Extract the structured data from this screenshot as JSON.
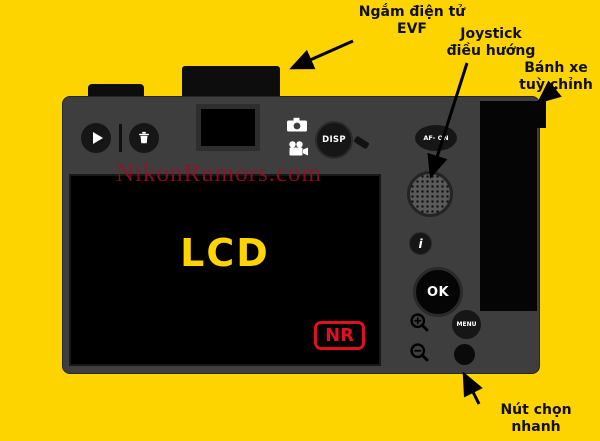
{
  "annotations": {
    "evf": {
      "line1": "Ngắm điện tử",
      "line2": "EVF"
    },
    "joystick": {
      "line1": "Joystick",
      "line2": "điều hướng"
    },
    "wheel": {
      "line1": "Bánh xe",
      "line2": "tuỳ chỉnh"
    },
    "quick_button": {
      "line1": "Nút chọn",
      "line2": "nhanh"
    }
  },
  "camera": {
    "watermark": "NikonRumors.com",
    "lcd_label": "LCD",
    "nr_badge": "NR",
    "disp_button": "DISP",
    "af_on_button": "AF- ON",
    "info_button": "i",
    "ok_button": "OK",
    "menu_button": "MENU"
  },
  "colors": {
    "background": "#FDD400",
    "camera_body": "#3E3E3E",
    "camera_black": "#0D0D0D",
    "watermark_red": "#961028",
    "lcd_text_yellow": "#FFD400",
    "nr_red": "#E01020"
  }
}
